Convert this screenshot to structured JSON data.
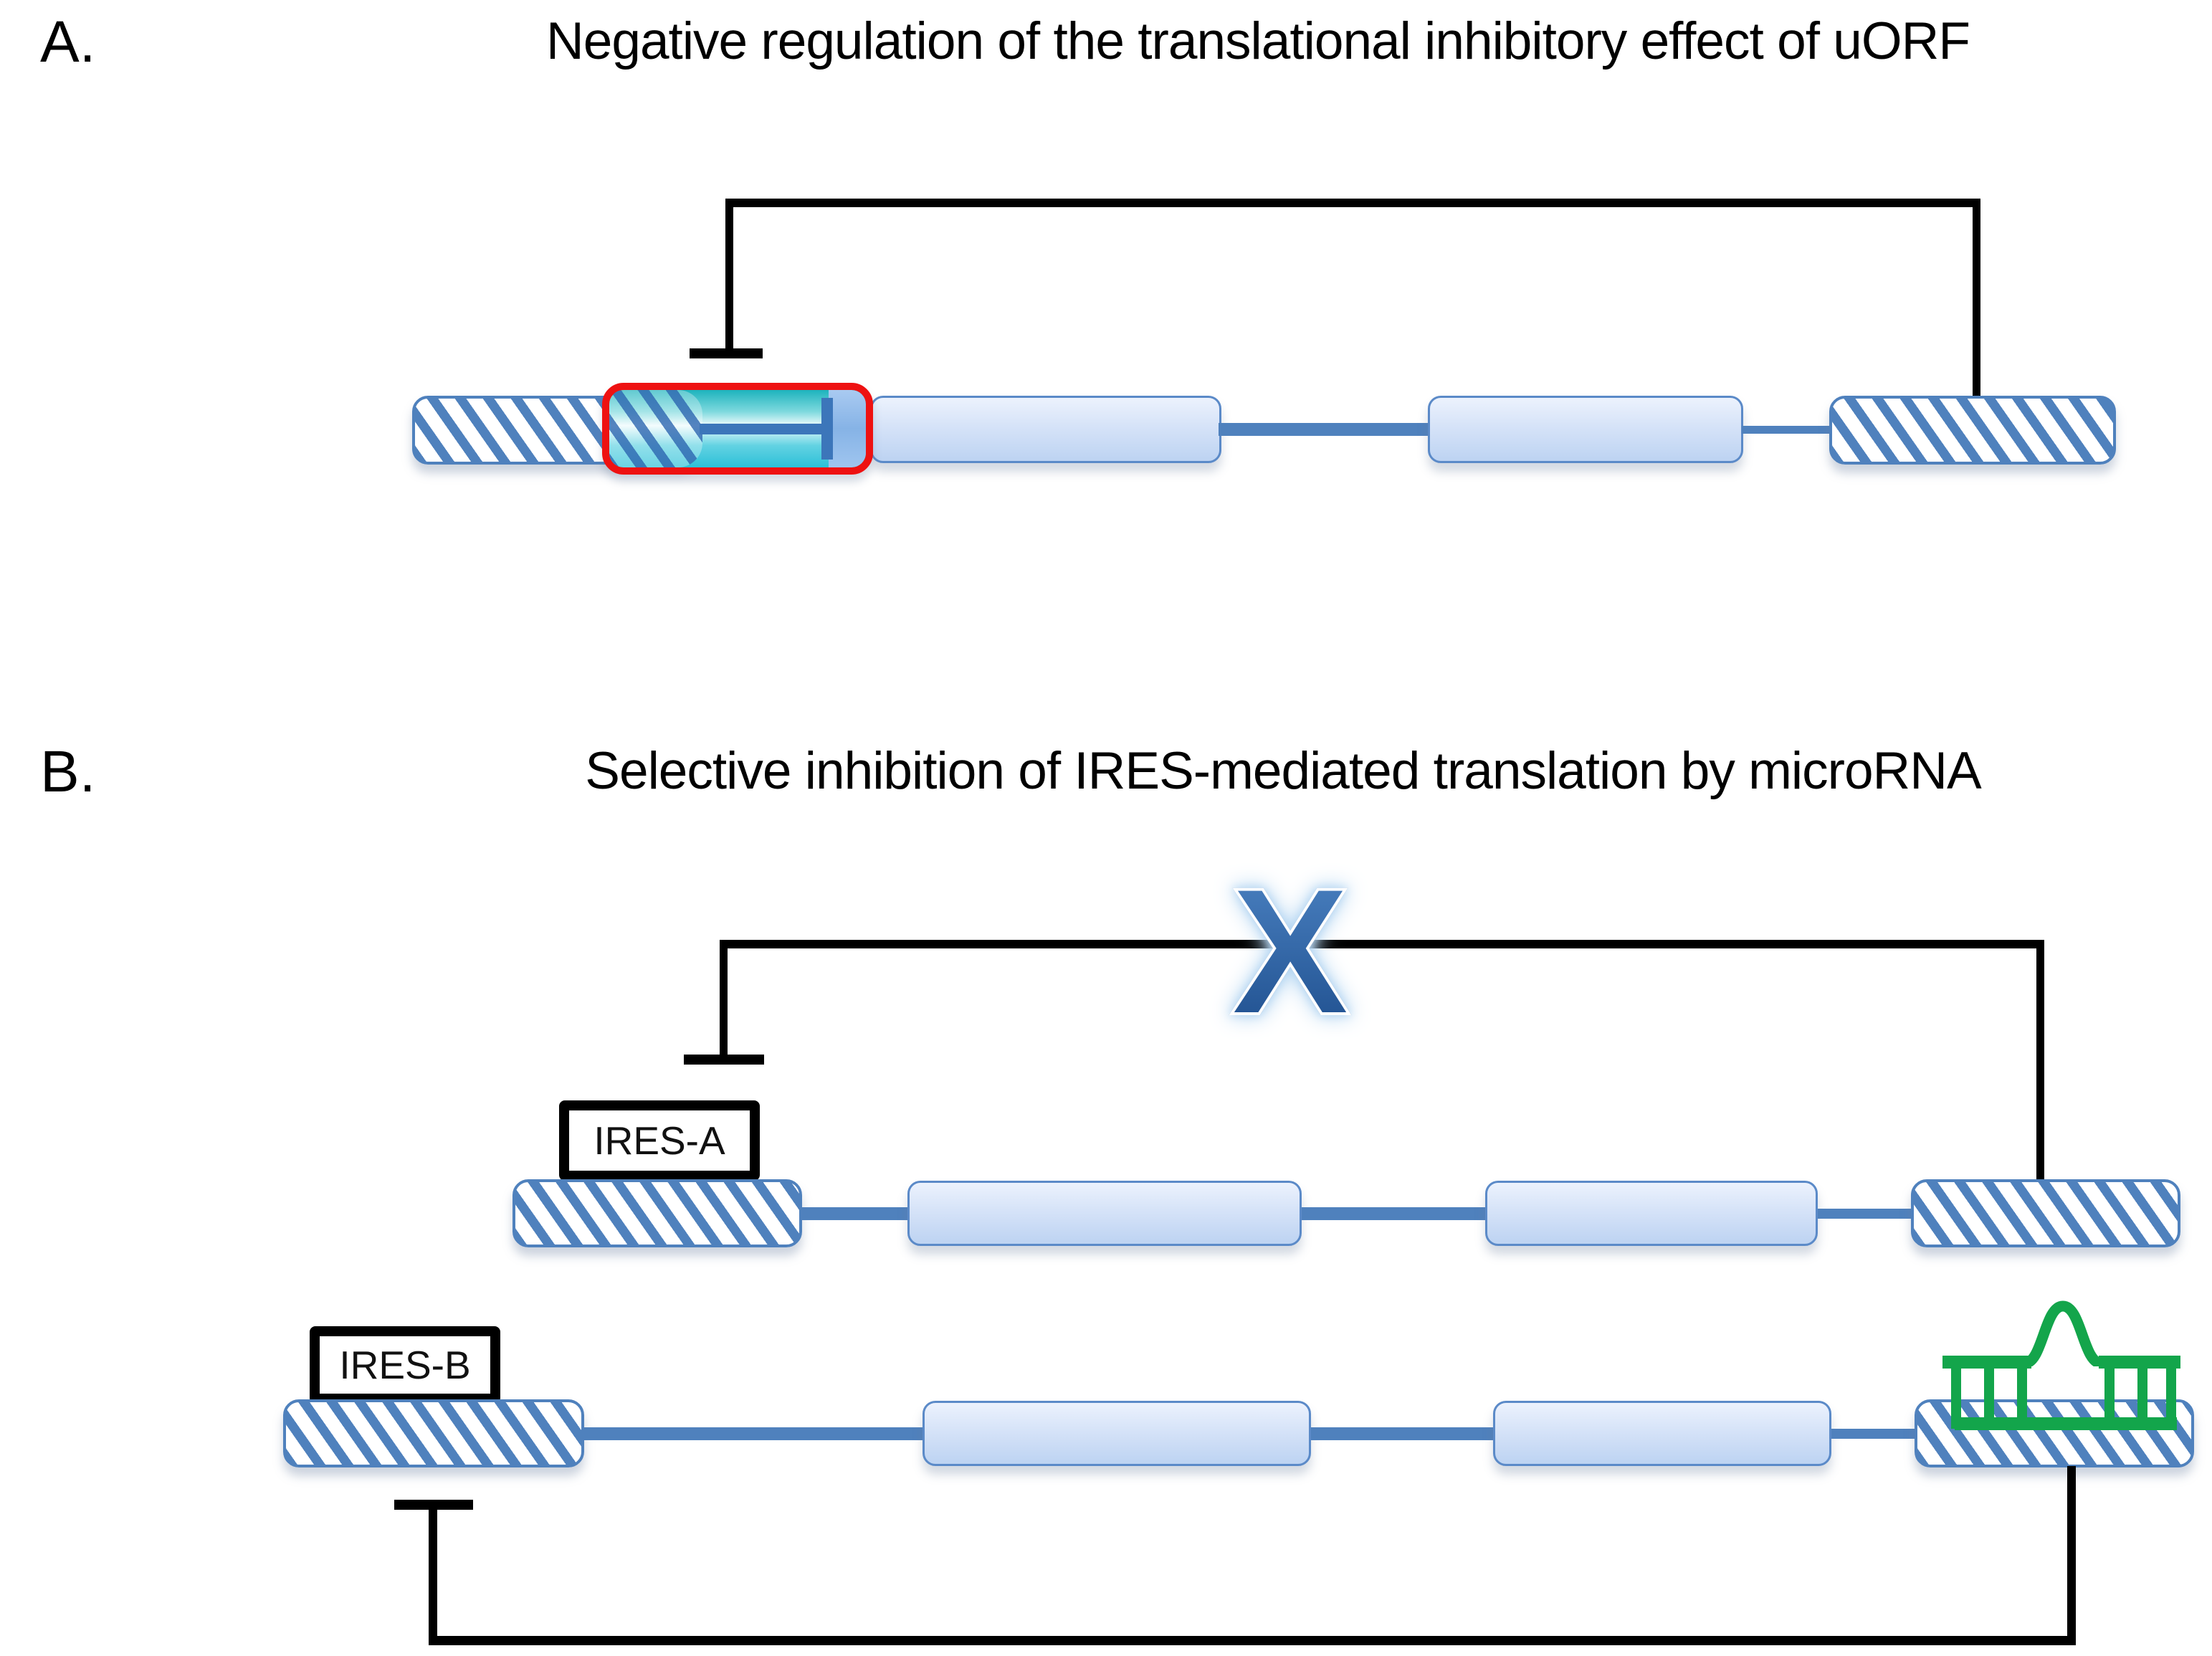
{
  "panel_a": {
    "label": "A.",
    "title": "Negative regulation of the translational inhibitory effect of uORF"
  },
  "panel_b": {
    "label": "B.",
    "title": "Selective inhibition of IRES-mediated translation by microRNA",
    "ires_a_label": "IRES-A",
    "ires_b_label": "IRES-B",
    "blocked_mark": "X"
  },
  "colors": {
    "accent-blue": "#4f81bd",
    "intron-blue": "#4f81bd",
    "inhibition-black": "#000000",
    "uorf-outline-red": "#ee1111",
    "uorf-teal-dark": "#1db3bd",
    "uorf-teal-light": "#effbfc",
    "uorf-bar-blue": "#3c76ba",
    "mirna-green": "#13a54b",
    "x-mark-blue-top": "#4d84c4",
    "x-mark-blue-bottom": "#1c4c8b",
    "x-mark-glow": "#b5d6f2"
  }
}
